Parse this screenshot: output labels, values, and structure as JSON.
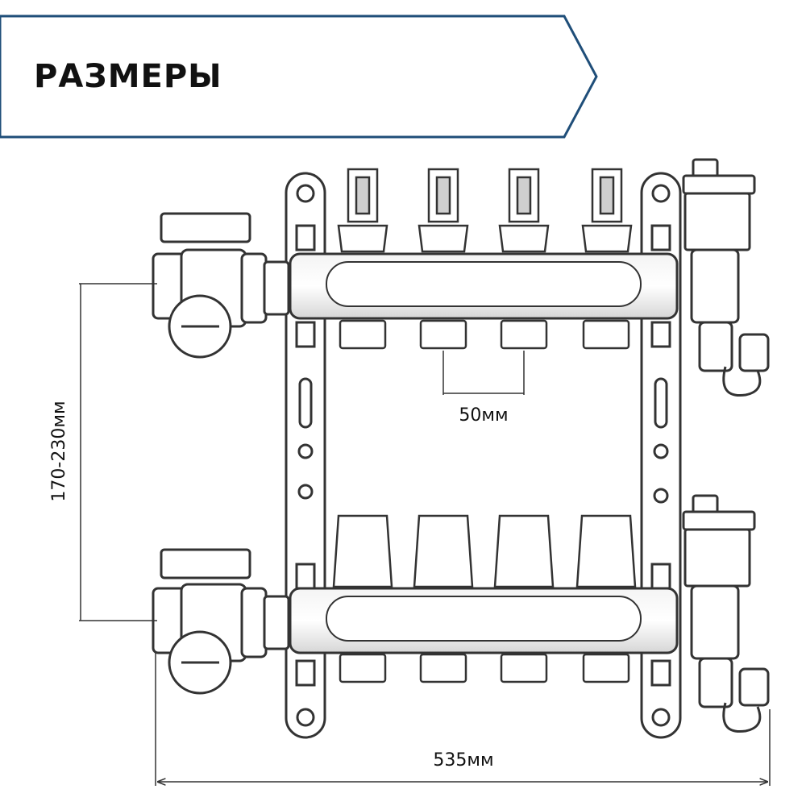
{
  "header": {
    "title": "РАЗМЕРЫ",
    "border_color": "#1f4e79"
  },
  "dimensions": {
    "height_range": "170-230мм",
    "outlet_spacing": "50мм",
    "total_width": "535мм"
  },
  "colors": {
    "line": "#333333",
    "accent": "#1f4e79"
  }
}
